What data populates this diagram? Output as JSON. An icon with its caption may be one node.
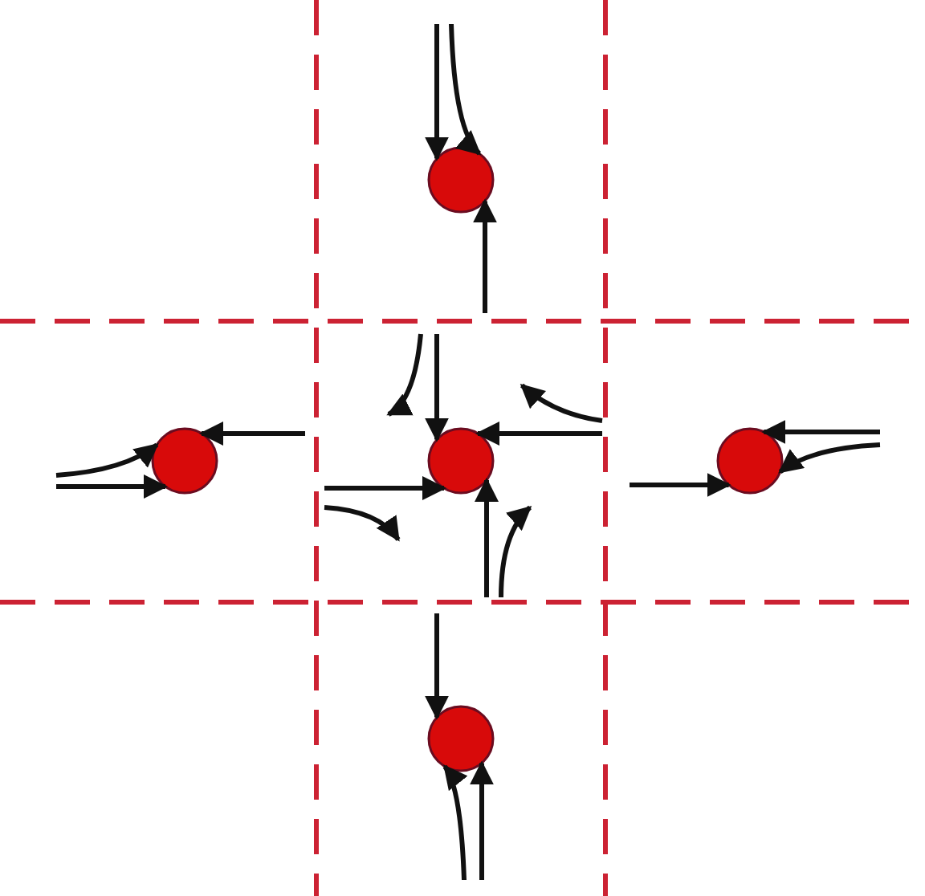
{
  "diagram": {
    "nodes": [
      {
        "text": [],
        "shape": "circle"
      },
      {
        "text": [],
        "shape": "circle"
      },
      {
        "text": [],
        "shape": "circle"
      },
      {
        "text": [],
        "shape": "circle"
      },
      {
        "text": [],
        "shape": "circle"
      }
    ],
    "edges": [
      {
        "from": null,
        "to": 0,
        "arrow": "to"
      },
      {
        "from": null,
        "to": 0,
        "arrow": "to"
      },
      {
        "from": null,
        "to": 0,
        "arrow": "to"
      },
      {
        "from": null,
        "to": 1,
        "arrow": "to"
      },
      {
        "from": null,
        "to": 1,
        "arrow": "to"
      },
      {
        "from": null,
        "to": 1,
        "arrow": "to"
      },
      {
        "from": null,
        "to": 2,
        "arrow": "to"
      },
      {
        "from": null,
        "to": 2,
        "arrow": "to"
      },
      {
        "from": null,
        "to": 2,
        "arrow": "to"
      },
      {
        "from": null,
        "to": 2,
        "arrow": "to"
      },
      {
        "from": null,
        "to": 3,
        "arrow": "to"
      },
      {
        "from": null,
        "to": 3,
        "arrow": "to"
      },
      {
        "from": null,
        "to": 3,
        "arrow": "to"
      },
      {
        "from": null,
        "to": 4,
        "arrow": "to"
      },
      {
        "from": null,
        "to": 4,
        "arrow": "to"
      },
      {
        "from": null,
        "to": 4,
        "arrow": "to"
      }
    ]
  }
}
